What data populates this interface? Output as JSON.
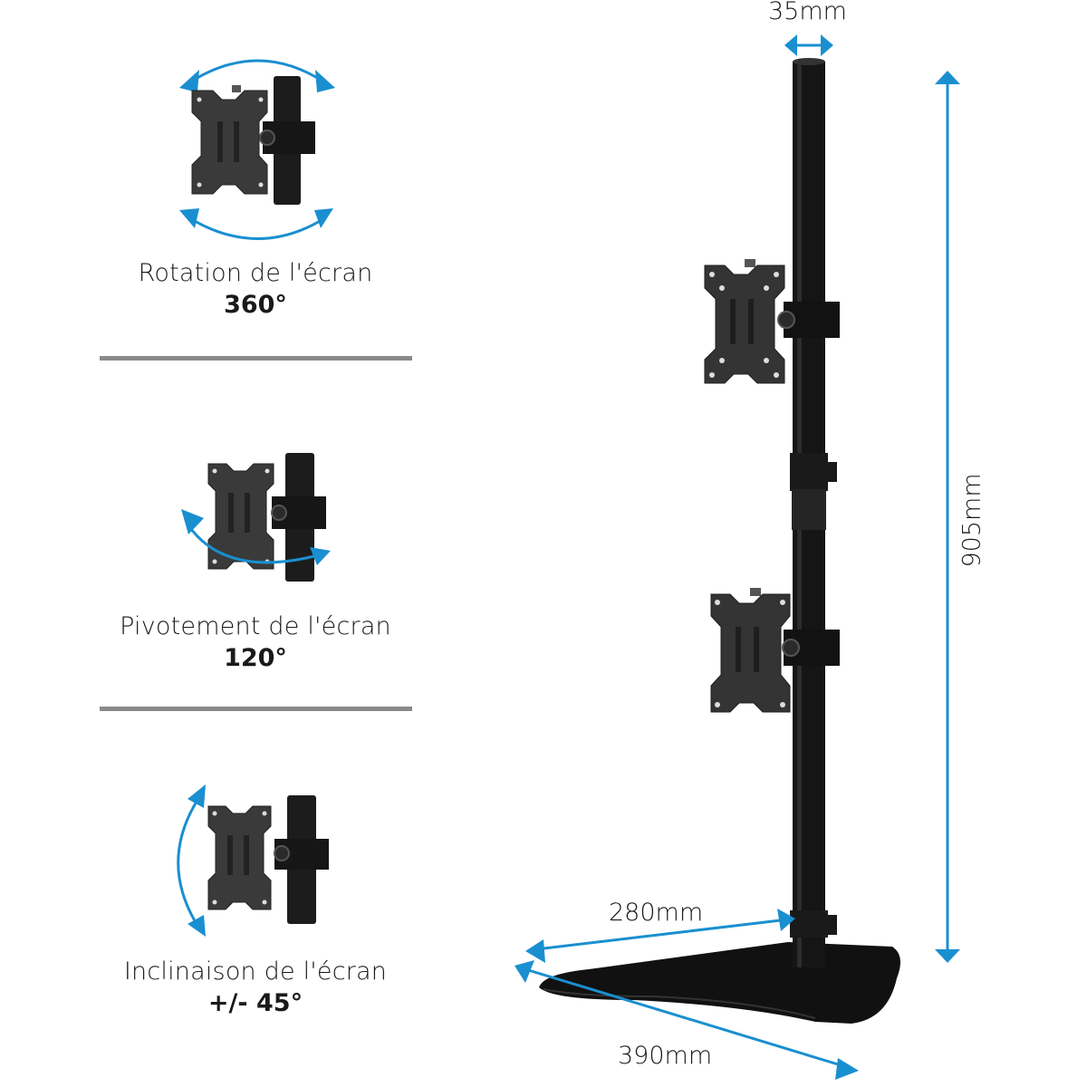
{
  "features": [
    {
      "title": "Rotation de l'écran",
      "value": "360°",
      "icon": "rotation-arrows-icon"
    },
    {
      "title": "Pivotement de l'écran",
      "value": "120°",
      "icon": "swivel-arrow-icon"
    },
    {
      "title": "Inclinaison de l'écran",
      "value": "+/- 45°",
      "icon": "tilt-arrow-icon"
    }
  ],
  "dimensions": {
    "pole_diameter": "35mm",
    "height": "905mm",
    "base_depth": "280mm",
    "base_width": "390mm"
  },
  "colors": {
    "accent": "#1a8fd0",
    "separator": "#8a8a8a",
    "metal": "#1c1c1c",
    "plate": "#3a3a3a"
  }
}
